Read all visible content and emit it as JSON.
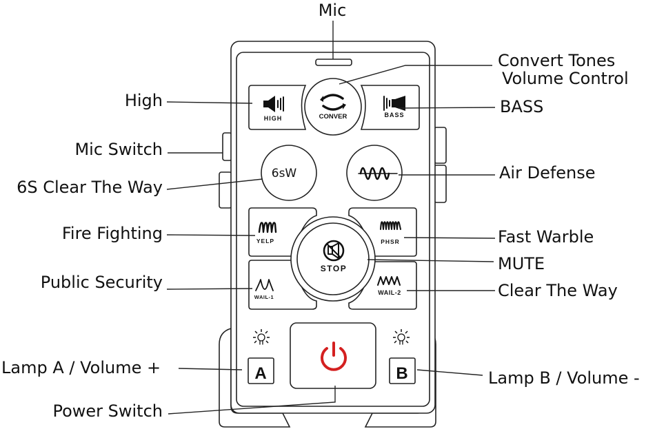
{
  "diagram": {
    "title": "Siren Controller Button Layout",
    "callouts": {
      "mic": "Mic",
      "convert_line1": "Convert Tones",
      "convert_line2": "Volume Control",
      "high": "High",
      "bass": "BASS",
      "mic_switch": "Mic Switch",
      "six_s": "6S Clear The Way",
      "air_defense": "Air Defense",
      "fire_fighting": "Fire Fighting",
      "fast_warble": "Fast Warble",
      "mute": "MUTE",
      "public_security": "Public Security",
      "clear_the_way": "Clear The Way",
      "lamp_a": "Lamp A / Volume +",
      "lamp_b": "Lamp B / Volume -",
      "power": "Power Switch"
    },
    "buttons": {
      "high": "HIGH",
      "conver": "CONVER",
      "bass": "BASS",
      "six_s": "6sW",
      "yelp": "YELP",
      "phsr": "PHSR",
      "stop": "STOP",
      "wail1": "WAIL-1",
      "wail2": "WAIL-2",
      "lamp_a": "A",
      "lamp_b": "B"
    },
    "colors": {
      "power_icon": "#d42020",
      "outline": "#222222"
    }
  }
}
